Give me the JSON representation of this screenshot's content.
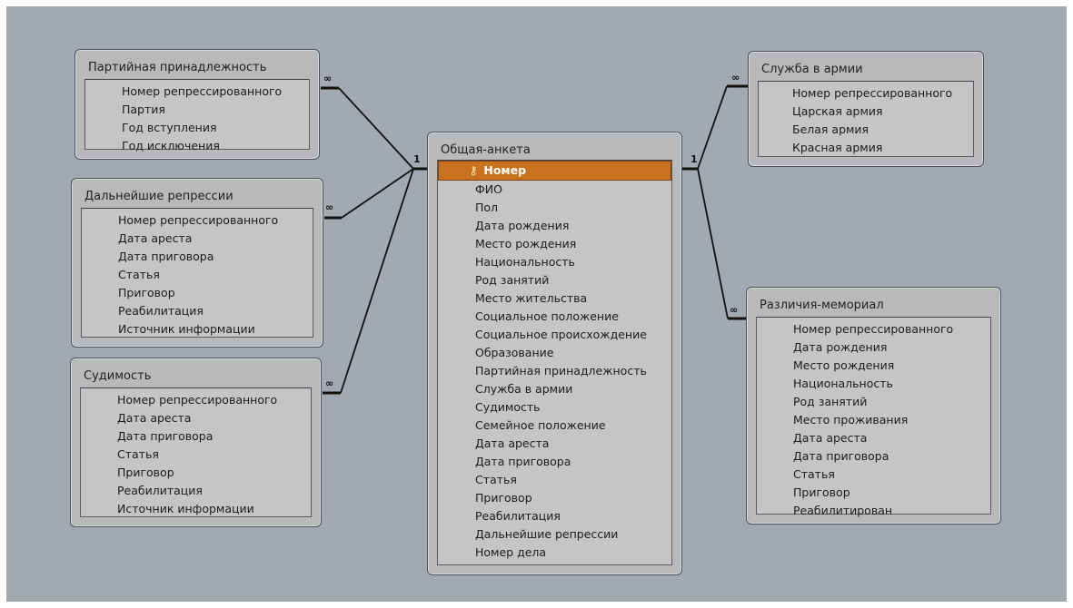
{
  "tables": {
    "party": {
      "title": "Партийная принадлежность",
      "fields": [
        "Номер репрессированного",
        "Партия",
        "Год вступления",
        "Год исключения"
      ]
    },
    "further": {
      "title": "Дальнейшие репрессии",
      "fields": [
        "Номер репрессированного",
        "Дата ареста",
        "Дата приговора",
        "Статья",
        "Приговор",
        "Реабилитация",
        "Источник информации"
      ]
    },
    "conviction": {
      "title": "Судимость",
      "fields": [
        "Номер репрессированного",
        "Дата ареста",
        "Дата приговора",
        "Статья",
        "Приговор",
        "Реабилитация",
        "Источник информации"
      ]
    },
    "main": {
      "title": "Общая-анкета",
      "key_field": "Номер",
      "fields": [
        "ФИО",
        "Пол",
        "Дата рождения",
        "Место рождения",
        "Национальность",
        "Род занятий",
        "Место жительства",
        "Социальное положение",
        "Социальное происхождение",
        "Образование",
        "Партийная принадлежность",
        "Служба в армии",
        "Судимость",
        "Семейное положение",
        "Дата ареста",
        "Дата приговора",
        "Статья",
        "Приговор",
        "Реабилитация",
        "Дальнейшие репрессии",
        "Номер дела"
      ]
    },
    "army": {
      "title": "Служба в армии",
      "fields": [
        "Номер репрессированного",
        "Царская армия",
        "Белая армия",
        "Красная армия"
      ]
    },
    "memorial": {
      "title": "Различия-мемориал",
      "fields": [
        "Номер репрессированного",
        "Дата рождения",
        "Место рождения",
        "Национальность",
        "Род занятий",
        "Место проживания",
        "Дата ареста",
        "Дата приговора",
        "Статья",
        "Приговор",
        "Реабилитирован"
      ]
    }
  },
  "relationships": {
    "one_label": "1",
    "many_label": "∞",
    "links": [
      {
        "from": "main",
        "to": "party"
      },
      {
        "from": "main",
        "to": "further"
      },
      {
        "from": "main",
        "to": "conviction"
      },
      {
        "from": "main",
        "to": "army"
      },
      {
        "from": "main",
        "to": "memorial"
      }
    ]
  },
  "icons": {
    "primary_key": "key-icon"
  },
  "colors": {
    "background": "#a3a9b0",
    "table": "#b7b9bb",
    "key_highlight": "#c8711e"
  }
}
